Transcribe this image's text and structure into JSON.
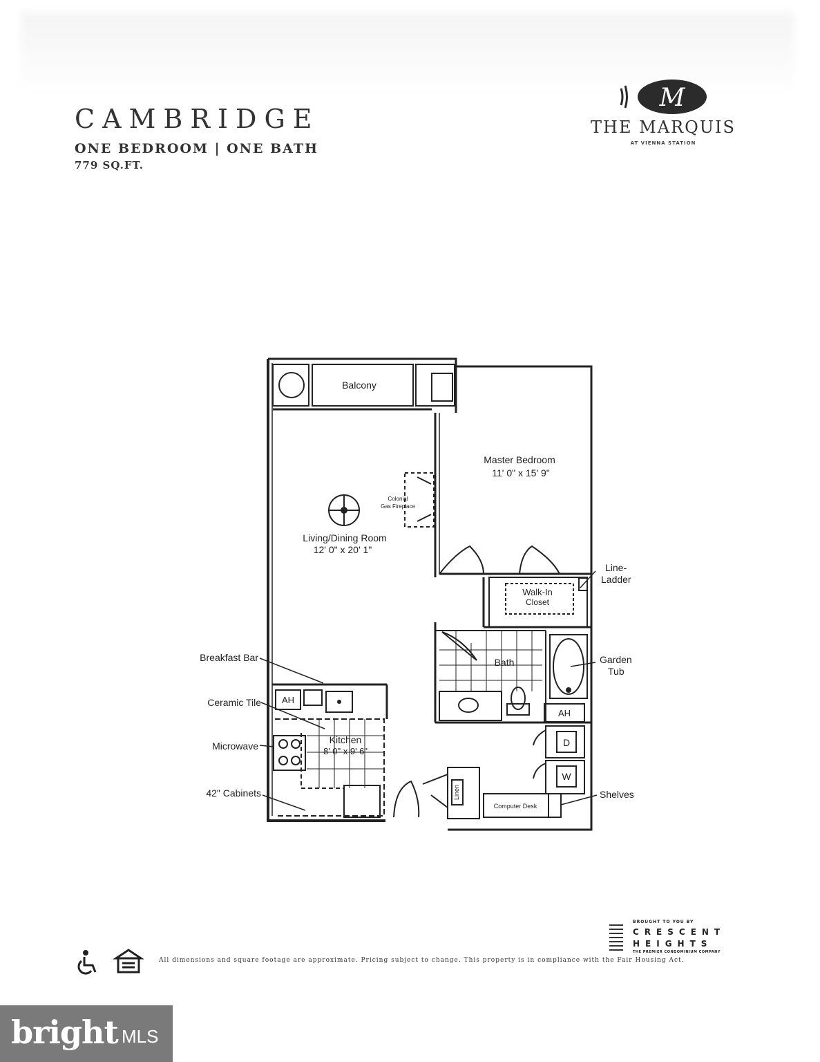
{
  "header": {
    "title": "CAMBRIDGE",
    "subtitle": "ONE BEDROOM | ONE BATH",
    "sqft": "779 SQ.FT."
  },
  "logo": {
    "monogram": "M",
    "name": "THE MARQUIS",
    "sub": "AT VIENNA STATION"
  },
  "plan": {
    "balcony": "Balcony",
    "master_bedroom": "Master Bedroom",
    "master_bedroom_dims": "11' 0\" x 15' 9\"",
    "fireplace_line1": "Colonial",
    "fireplace_line2": "Gas Fireplace",
    "living_dining": "Living/Dining Room",
    "living_dining_dims": "12' 0\" x 20' 1\"",
    "walk_in_line1": "Walk-In",
    "walk_in_line2": "Closet",
    "line_ladder_1": "Line-",
    "line_ladder_2": "Ladder",
    "breakfast_bar": "Breakfast Bar",
    "ceramic_tile": "Ceramic Tile",
    "microwave": "Microwave",
    "cabinets": "42\" Cabinets",
    "kitchen": "Kitchen",
    "kitchen_dims": "8' 0\" x 9' 6\"",
    "ah_kitchen": "AH",
    "ah_bath": "AH",
    "bath": "Bath",
    "garden_tub_1": "Garden",
    "garden_tub_2": "Tub",
    "dryer": "D",
    "washer": "W",
    "shelves": "Shelves",
    "computer_desk": "Computer Desk",
    "linen": "Linen"
  },
  "footer": {
    "disclaimer": "All dimensions and square footage are approximate. Pricing subject to change. This property is in compliance with the Fair Housing Act.",
    "brought_by": "BROUGHT TO YOU BY",
    "developer_line1": "CRESCENT",
    "developer_line2": "HEIGHTS",
    "developer_tag": "THE PREMIER CONDOMINIUM COMPANY"
  },
  "watermark": {
    "brand": "bright",
    "suffix": "MLS"
  }
}
